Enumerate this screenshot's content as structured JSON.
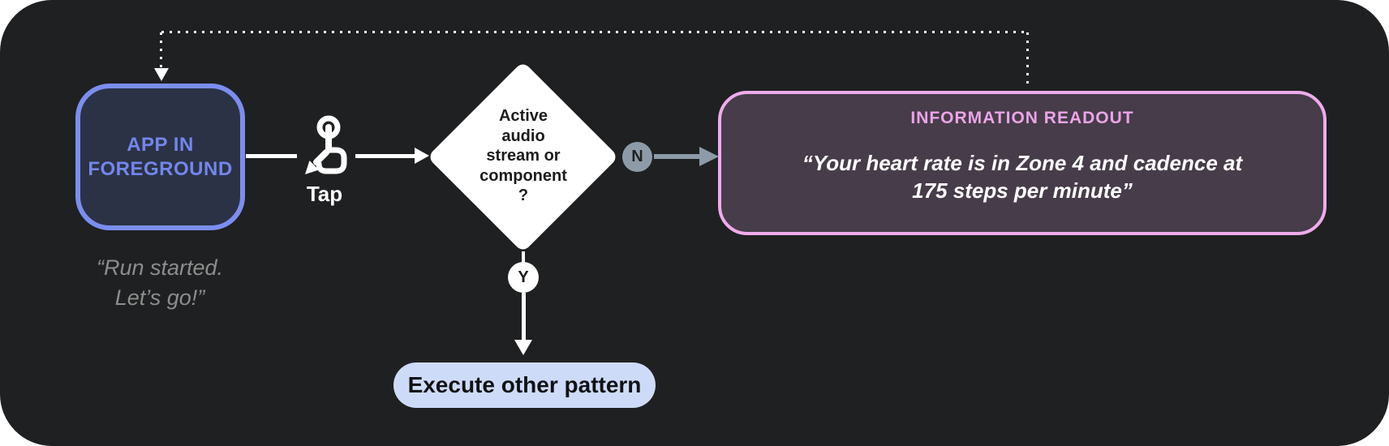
{
  "canvas": {
    "panel_color": "#1f2021",
    "outer_background": "#ffffff"
  },
  "flow": {
    "app_node": {
      "line1": "APP IN",
      "line2": "FOREGROUND",
      "border_color": "#7b8ef0",
      "fill_color": "#2b3245",
      "text_color": "#7386ec"
    },
    "app_caption": {
      "line1": "“Run started.",
      "line2": "Let’s go!”",
      "color": "#8d8d8d"
    },
    "tap": {
      "label": "Tap",
      "icon": "tap-gesture-icon",
      "color": "#ffffff"
    },
    "decision": {
      "line1": "Active",
      "line2": "audio",
      "line3": "stream or",
      "line4": "component",
      "line5": "?",
      "fill_color": "#ffffff",
      "text_color": "#1c1c1c"
    },
    "no_branch": {
      "label": "N",
      "badge_color": "#8d9ba8"
    },
    "yes_branch": {
      "label": "Y",
      "badge_color": "#ffffff"
    },
    "readout": {
      "title": "INFORMATION READOUT",
      "quote_line1": "“Your heart rate is in Zone 4 and cadence at",
      "quote_line2": "175 steps per minute”",
      "border_color": "#efabec",
      "title_color": "#eba4e8",
      "fill_color": "#473c49"
    },
    "execute": {
      "label": "Execute other pattern",
      "fill_color": "#cedbf8"
    }
  }
}
